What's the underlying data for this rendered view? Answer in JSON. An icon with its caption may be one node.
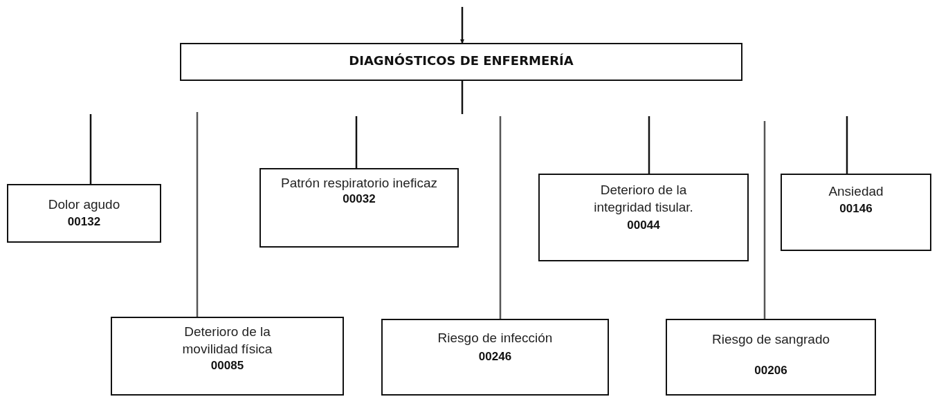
{
  "diagram": {
    "nodes": [
      {
        "text": [
          "DIAGNÓSTICOS DE ENFERMERÍA"
        ]
      },
      {
        "text": [
          "Dolor agudo",
          "00132"
        ]
      },
      {
        "text": [
          "Deterioro de la movilidad física",
          "00085"
        ]
      },
      {
        "text": [
          "Patrón respiratorio ineficaz",
          "00032"
        ]
      },
      {
        "text": [
          "Riesgo de infección",
          "00246"
        ]
      },
      {
        "text": [
          "Deterioro de la integridad tisular.",
          "00044"
        ]
      },
      {
        "text": [
          "Riesgo de sangrado",
          "00206"
        ]
      },
      {
        "text": [
          "Ansiedad",
          "00146"
        ]
      }
    ],
    "edges": [
      {
        "from": null,
        "to": 0,
        "arrow": "to"
      },
      {
        "from": 0,
        "to": null,
        "arrow": "none"
      },
      {
        "from": null,
        "to": 1,
        "arrow": "none"
      },
      {
        "from": null,
        "to": 2,
        "arrow": "none",
        "color": "#555555"
      },
      {
        "from": null,
        "to": 3,
        "arrow": "none"
      },
      {
        "from": null,
        "to": 4,
        "arrow": "none",
        "color": "#555555"
      },
      {
        "from": null,
        "to": 5,
        "arrow": "none"
      },
      {
        "from": null,
        "to": 6,
        "arrow": "none",
        "color": "#555555"
      },
      {
        "from": null,
        "to": 7,
        "arrow": "none"
      }
    ]
  }
}
